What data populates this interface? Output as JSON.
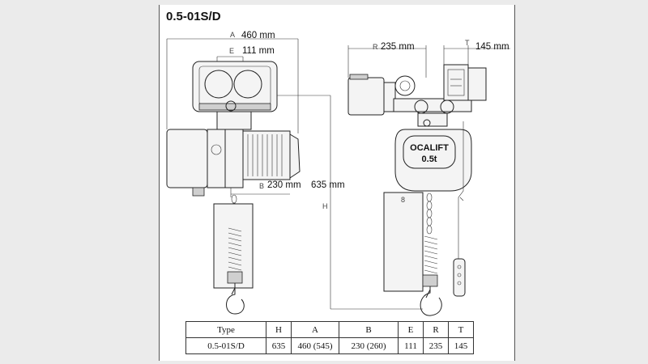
{
  "title": "0.5-01S/D",
  "dimensions": {
    "A": {
      "letter": "A",
      "text": "460 mm"
    },
    "E": {
      "letter": "E",
      "text": "111 mm"
    },
    "B": {
      "letter": "B",
      "text": "230 mm"
    },
    "H": {
      "letter": "H",
      "text": "635 mm"
    },
    "R": {
      "letter": "R",
      "text": "235 mm"
    },
    "T": {
      "letter": "T",
      "text": "145 mm"
    }
  },
  "hoist_label": {
    "brand": "OCALIFT",
    "capacity": "0.5t"
  },
  "hook_block_mark": "8",
  "table": {
    "headers": [
      "Type",
      "H",
      "A",
      "B",
      "E",
      "R",
      "T"
    ],
    "rows": [
      [
        "0.5-01S/D",
        "635",
        "460 (545)",
        "230 (260)",
        "111",
        "235",
        "145"
      ]
    ]
  }
}
